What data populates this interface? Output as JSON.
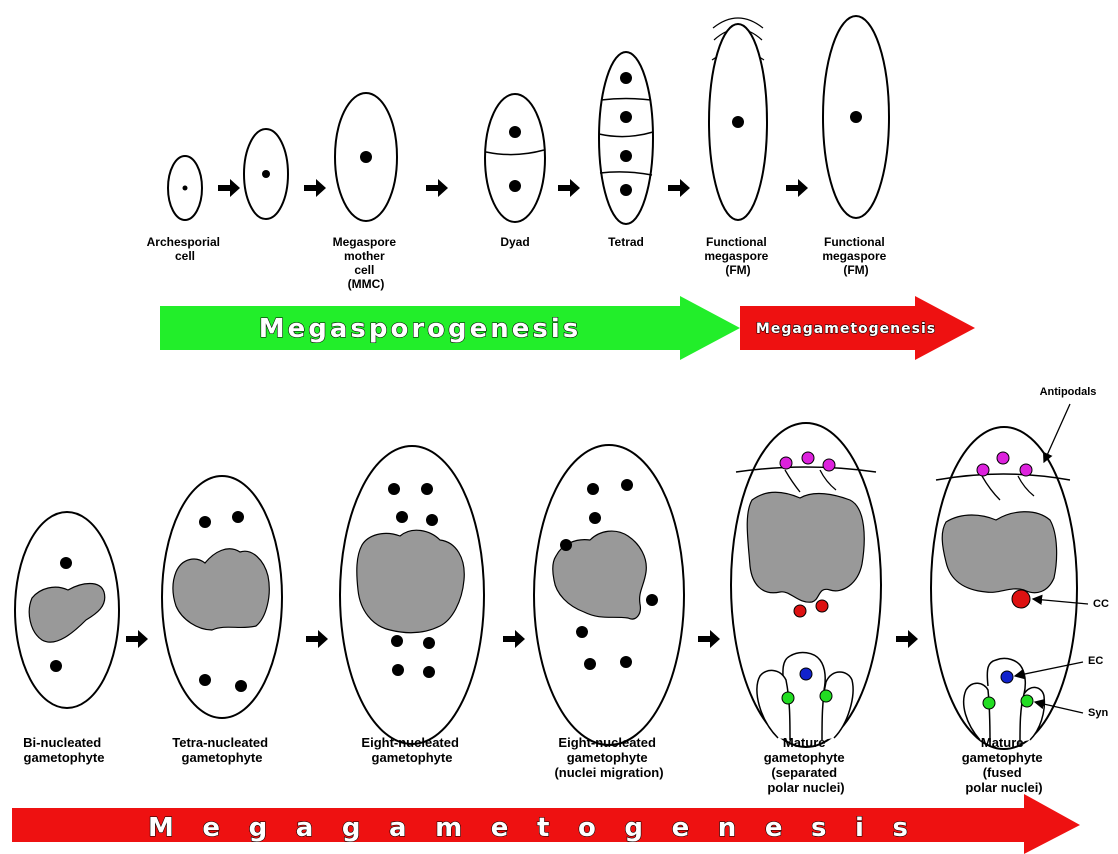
{
  "top_stages": [
    {
      "lines": [
        "Archesporial",
        "cell"
      ]
    },
    {
      "lines": []
    },
    {
      "lines": [
        "Megaspore",
        "mother",
        "cell",
        "(MMC)"
      ]
    },
    {
      "lines": [
        "Dyad"
      ]
    },
    {
      "lines": [
        "Tetrad"
      ]
    },
    {
      "lines": [
        "Functional",
        "megaspore",
        "(FM)"
      ]
    },
    {
      "lines": [
        "Functional",
        "megaspore",
        "(FM)"
      ]
    }
  ],
  "bottom_stages": [
    {
      "lines": [
        "Bi-nucleated",
        "gametophyte"
      ]
    },
    {
      "lines": [
        "Tetra-nucleated",
        "gametophyte"
      ]
    },
    {
      "lines": [
        "Eight-nucleated",
        "gametophyte"
      ]
    },
    {
      "lines": [
        "Eight-nucleated",
        "gametophyte",
        "(nuclei migration)"
      ]
    },
    {
      "lines": [
        "Mature",
        "gametophyte",
        "(separated",
        "polar nuclei)"
      ]
    },
    {
      "lines": [
        "Mature",
        "gametophyte",
        "(fused",
        "polar nuclei)"
      ]
    }
  ],
  "banners": {
    "megasporogenesis": "Megasporogenesis",
    "megagametogenesis_small": "Megagametogenesis",
    "megagametogenesis_large": "Megagametogenesis"
  },
  "callouts": {
    "antipodals": "Antipodals",
    "cc": "CC",
    "ec": "EC",
    "syn": "Syn"
  },
  "colors": {
    "green_arrow": "#22ee2a",
    "red_arrow": "#ee1111",
    "vacuole": "#999999",
    "antipodal_nuclei": "#dd22dd",
    "central_cell_nuclei": "#dd1111",
    "egg_cell_nucleus": "#1122cc",
    "synergid_nuclei": "#22dd22"
  }
}
